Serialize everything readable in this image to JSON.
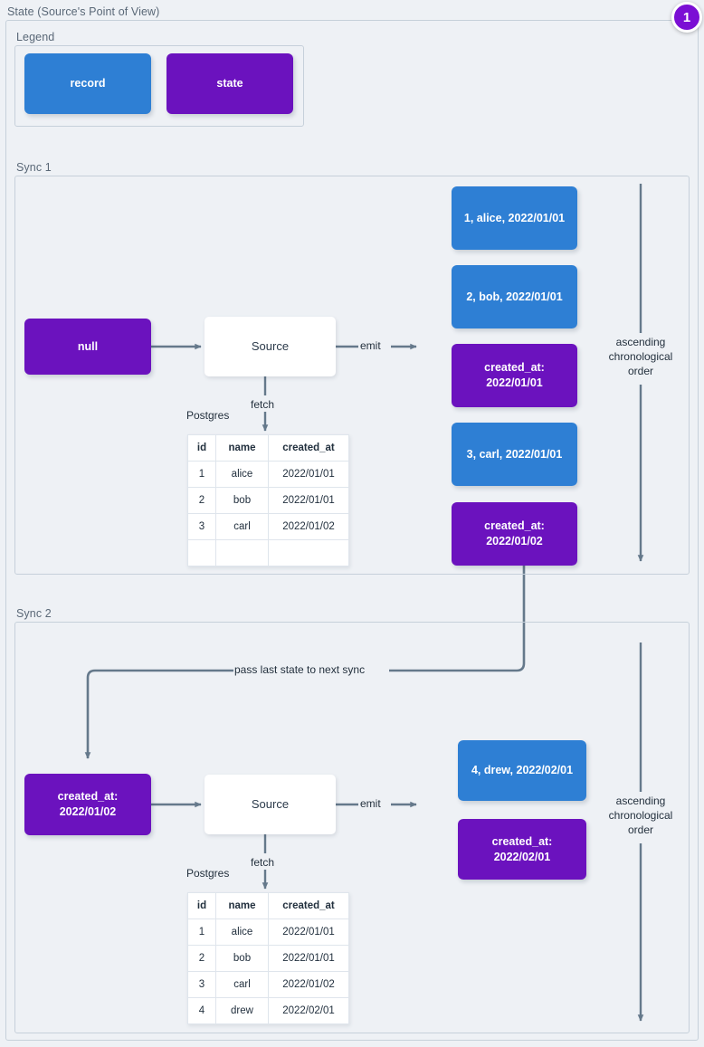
{
  "diagram": {
    "title": "State (Source's Point of View)",
    "badge": "1"
  },
  "legend": {
    "label": "Legend",
    "items": [
      {
        "label": "record",
        "color": "#2e7fd4",
        "kind": "record"
      },
      {
        "label": "state",
        "color": "#6b12be",
        "kind": "state"
      }
    ]
  },
  "sync1": {
    "label": "Sync 1",
    "state_in": "null",
    "source": "Source",
    "emit_label": "emit",
    "fetch_label": "fetch",
    "db_label": "Postgres",
    "order_label": "ascending\nchronological\norder",
    "table": {
      "columns": [
        "id",
        "name",
        "created_at"
      ],
      "rows": [
        [
          "1",
          "alice",
          "2022/01/01"
        ],
        [
          "2",
          "bob",
          "2022/01/01"
        ],
        [
          "3",
          "carl",
          "2022/01/02"
        ],
        [
          "",
          "",
          ""
        ]
      ]
    },
    "emitted": [
      {
        "kind": "record",
        "text": "1, alice, 2022/01/01"
      },
      {
        "kind": "record",
        "text": "2, bob, 2022/01/01"
      },
      {
        "kind": "state",
        "text": "created_at:\n2022/01/01"
      },
      {
        "kind": "record",
        "text": "3, carl, 2022/01/01"
      },
      {
        "kind": "state",
        "text": "created_at:\n2022/01/02"
      }
    ]
  },
  "sync2": {
    "label": "Sync 2",
    "state_in": "created_at:\n2022/01/02",
    "source": "Source",
    "emit_label": "emit",
    "fetch_label": "fetch",
    "db_label": "Postgres",
    "order_label": "ascending\nchronological\norder",
    "pass_state_label": "pass last state to next sync",
    "table": {
      "columns": [
        "id",
        "name",
        "created_at"
      ],
      "rows": [
        [
          "1",
          "alice",
          "2022/01/01"
        ],
        [
          "2",
          "bob",
          "2022/01/01"
        ],
        [
          "3",
          "carl",
          "2022/01/02"
        ],
        [
          "4",
          "drew",
          "2022/02/01"
        ]
      ]
    },
    "emitted": [
      {
        "kind": "record",
        "text": "4, drew, 2022/02/01"
      },
      {
        "kind": "state",
        "text": "created_at:\n2022/02/01"
      }
    ]
  }
}
